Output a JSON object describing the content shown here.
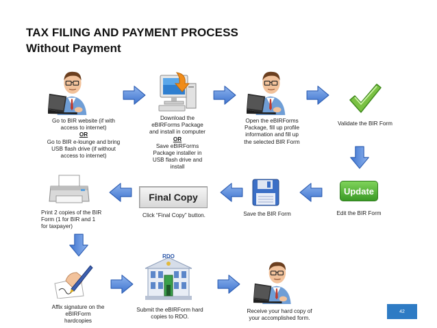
{
  "header": {
    "title": "TAX FILING AND PAYMENT PROCESS",
    "subtitle": "Without Payment"
  },
  "steps": {
    "step1": {
      "lines_a": [
        "Go to BIR website (if with",
        "access to internet)"
      ],
      "or": "OR",
      "lines_b": [
        "Go to BIR e-lounge and bring",
        "USB flash drive (if  without",
        "access to internet)"
      ]
    },
    "step2": {
      "lines_a": [
        "Download the",
        "eBIRForms Package",
        "and install in computer"
      ],
      "or": "OR",
      "lines_b": [
        "Save eBIRForms",
        "Package installer in",
        "USB flash drive and",
        "install"
      ]
    },
    "step3": {
      "lines": [
        "Open the eBIRForms",
        "Package, fill up profile",
        "information and fill up",
        "the selected BIR Form"
      ]
    },
    "step4": {
      "lines": [
        "Validate the BIR Form"
      ]
    },
    "step5": {
      "button": "Update",
      "lines": [
        "Edit the BIR Form"
      ]
    },
    "step6": {
      "lines": [
        "Save the BIR Form"
      ]
    },
    "step7": {
      "button": "Final Copy",
      "lines": [
        "Click “Final Copy” button."
      ]
    },
    "step8": {
      "lines": [
        "Print 2 copies of the BIR",
        "Form (1 for BIR and 1",
        "for taxpayer)"
      ]
    },
    "step9": {
      "lines": [
        "Affix signature on the",
        "eBIRForm",
        "hardcopies"
      ]
    },
    "step10": {
      "sign": "RDO",
      "lines": [
        "Submit the eBIRForm hard",
        "copies  to RDO."
      ]
    },
    "step11": {
      "lines": [
        "Receive your hard copy of",
        "your accomplished form."
      ]
    }
  },
  "footer": {
    "page_number": "42"
  },
  "colors": {
    "arrow": "#4a7fd6",
    "check": "#7ac143",
    "update": "#4caf2e",
    "page_badge": "#2e7bc4"
  },
  "icons": [
    "person-at-laptop-icon",
    "computer-download-icon",
    "checkmark-icon",
    "update-button-icon",
    "floppy-disk-icon",
    "printer-icon",
    "pen-signing-icon",
    "bir-building-icon"
  ]
}
